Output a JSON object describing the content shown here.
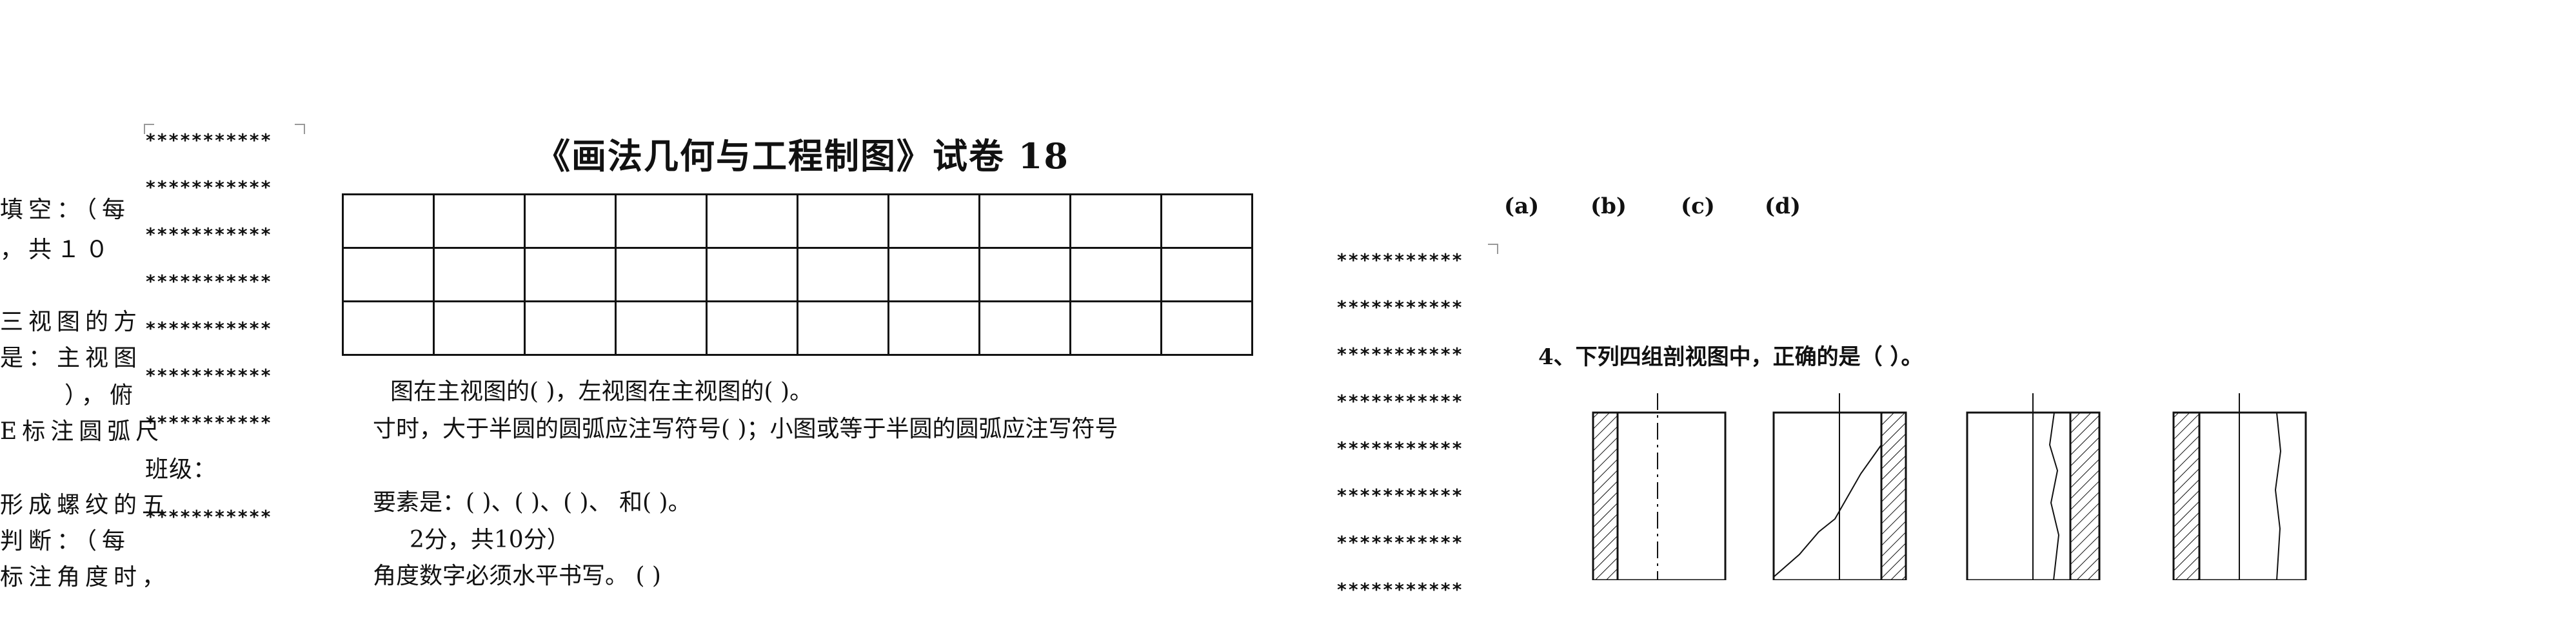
{
  "left_cutoff": [
    "填空：（每",
    "，共１０",
    "三视图的方",
    "是：主视图",
    "），俯",
    "E标注圆弧尺",
    "形成螺纹的五",
    "判断：（每",
    "标注角度时，"
  ],
  "binding_left": {
    "star_rows": [
      "***********",
      "***********",
      "***********",
      "***********",
      "***********",
      "***********",
      "***********",
      "",
      "***********"
    ],
    "class_label": "班级："
  },
  "binding_right": {
    "star_rows": [
      "***********",
      "***********",
      "***********",
      "***********",
      "***********",
      "***********",
      "***********",
      "***********"
    ]
  },
  "exam": {
    "title": "《画法几何与工程制图》试卷  18",
    "score_table": {
      "rows": 3,
      "cols": 10
    },
    "lines": [
      "图在主视图的(            )，左视图在主视图的(            )。",
      "寸时，大于半圆的圆弧应注写符号(            )；小图或等于半圆的圆弧应注写符号",
      "要素是：(            )、(            )、(              )、              和(            )。",
      "2分，共10分）",
      "角度数字必须水平书写。     (    )"
    ]
  },
  "question3": {
    "options": [
      "(a)",
      "(b)",
      "(c)",
      "(d)"
    ]
  },
  "question4": {
    "text": "4、下列四组剖视图中，正确的是（       ）。",
    "figures": [
      "fig-a",
      "fig-b",
      "fig-c",
      "fig-d"
    ]
  }
}
